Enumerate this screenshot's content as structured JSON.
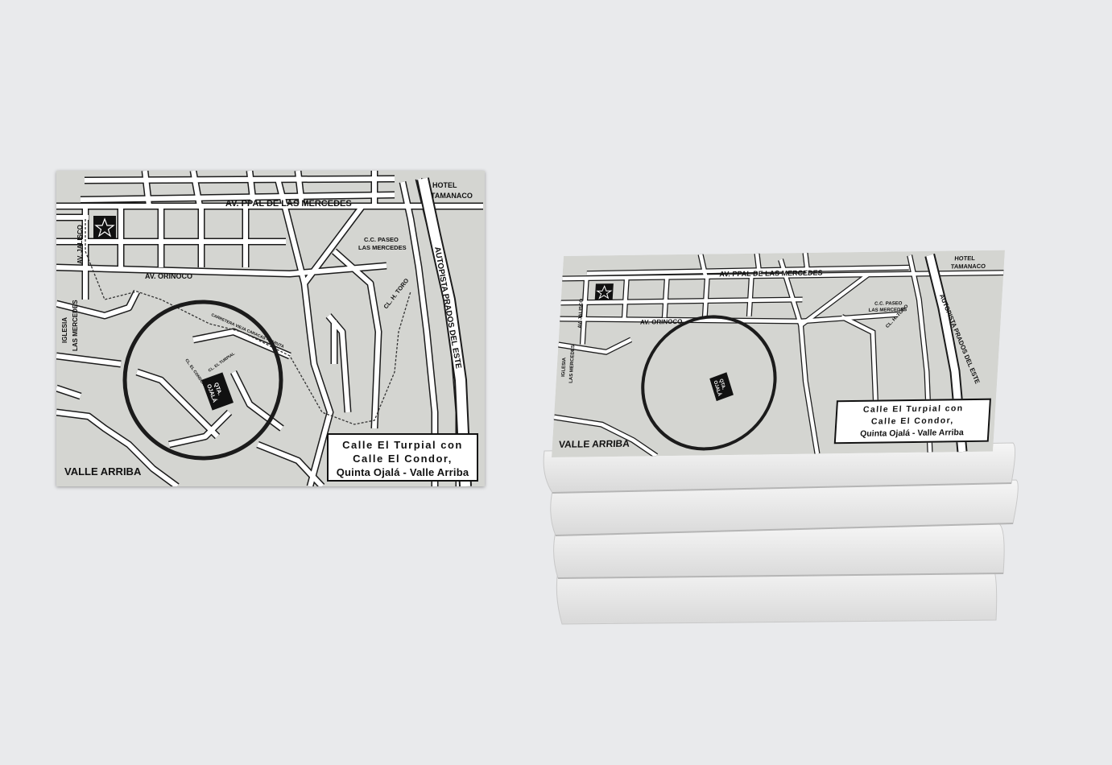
{
  "labels": {
    "hotel": [
      "HOTEL",
      "TAMANACO"
    ],
    "av_mercedes": "AV. PPAL DE LAS MERCEDES",
    "av_jalisco": "AV. JALISCO",
    "av_orinoco": "AV. ORINOCO",
    "iglesia": [
      "IGLESIA",
      "LAS MERCEDES"
    ],
    "cc_paseo": [
      "C.C. PASEO",
      "LAS MERCEDES"
    ],
    "autopista": "AUTOPISTA PRADOS DEL ESTE",
    "cl_toro": "CL. H. TORO",
    "carretera": "CARRETERA VIEJA CARACAS - BARUTA",
    "cl_condor": "CL. EL CONDOR",
    "cl_turpial": "CL. EL TURPIAL",
    "qta": [
      "QTA.",
      "OJALÁ"
    ],
    "valle": "VALLE ARRIBA"
  },
  "address": {
    "line1": "Calle El Turpial con",
    "line2": "Calle El Condor,",
    "line3": "Quinta Ojalá - Valle Arriba"
  },
  "colors": {
    "page_bg": "#e9eaec",
    "map_bg": "#d4d5d1",
    "road": "#ffffff",
    "ink": "#111111",
    "pad_side": "#f2f2f2"
  },
  "icons": {
    "logo": "star-logo-icon"
  }
}
